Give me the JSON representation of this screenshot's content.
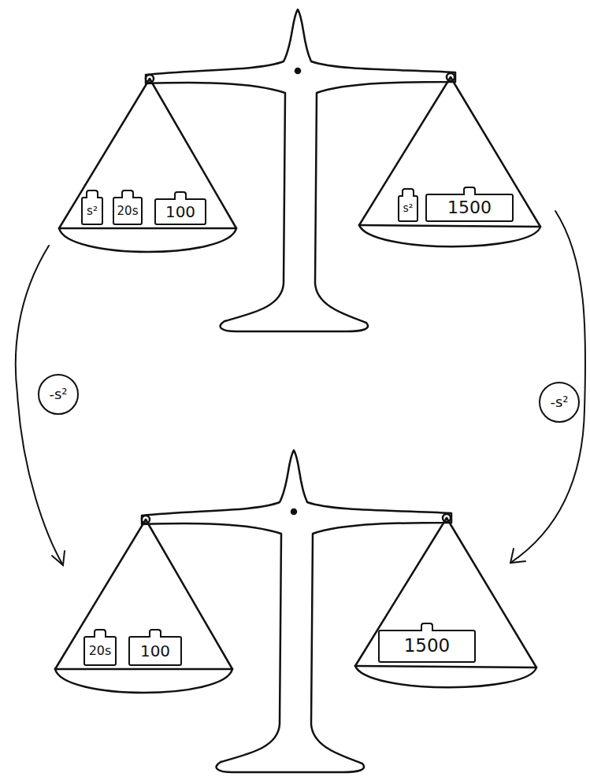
{
  "diagram": {
    "nodes": [
      {
        "text": [
          "s²"
        ]
      },
      {
        "text": [
          "20s"
        ]
      },
      {
        "text": [
          "100"
        ]
      },
      {
        "text": [
          "s²"
        ]
      },
      {
        "text": [
          "1500"
        ]
      },
      {
        "text": [
          "-s²"
        ]
      },
      {
        "text": [
          "-s²"
        ]
      },
      {
        "text": [
          "20s"
        ]
      },
      {
        "text": [
          "100"
        ]
      },
      {
        "text": [
          "1500"
        ]
      }
    ]
  }
}
